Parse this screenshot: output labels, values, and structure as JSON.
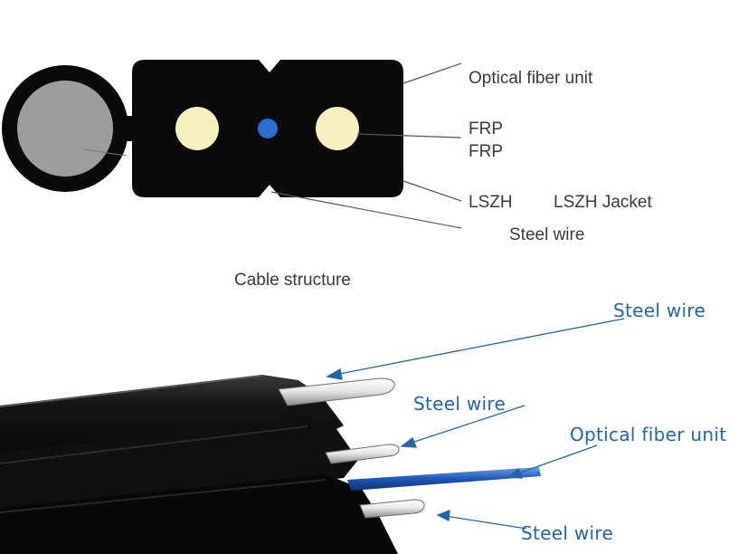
{
  "cross_section": {
    "labels": {
      "optical_fiber_unit": "Optical fiber unit",
      "frp_1": "FRP",
      "frp_2": "FRP",
      "lszh": "LSZH",
      "lszh_jacket": "LSZH Jacket",
      "steel_wire": "Steel wire"
    },
    "caption": "Cable structure"
  },
  "photo": {
    "labels": {
      "steel_wire_top": "Steel wire",
      "steel_wire_middle": "Steel wire",
      "optical_fiber_unit": "Optical fiber unit",
      "steel_wire_bottom": "Steel wire"
    }
  },
  "colors": {
    "jacket": "#0a0a0a",
    "messenger_core": "#9d9d9d",
    "frp_rod": "#f6f1bf",
    "fiber": "#2a6fd0",
    "annotation_blue": "#2266a8",
    "label_gray": "#3a3a3a"
  }
}
